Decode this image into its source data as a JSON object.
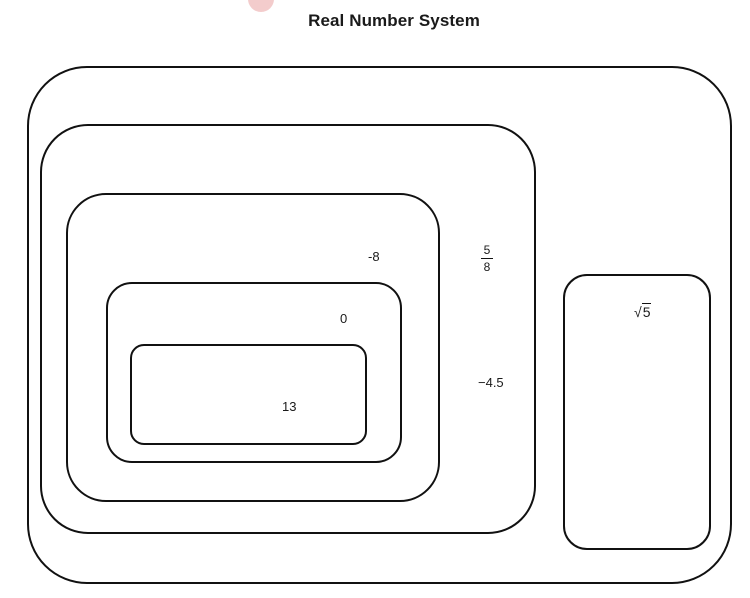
{
  "title": "Real Number System",
  "numbers": {
    "neg_eight": "-8",
    "zero": "0",
    "thirteen": "13",
    "neg_four_point_five": "−4.5",
    "fraction": {
      "numerator": "5",
      "denominator": "8"
    },
    "sqrt": {
      "symbol": "√",
      "radicand": "5"
    }
  }
}
